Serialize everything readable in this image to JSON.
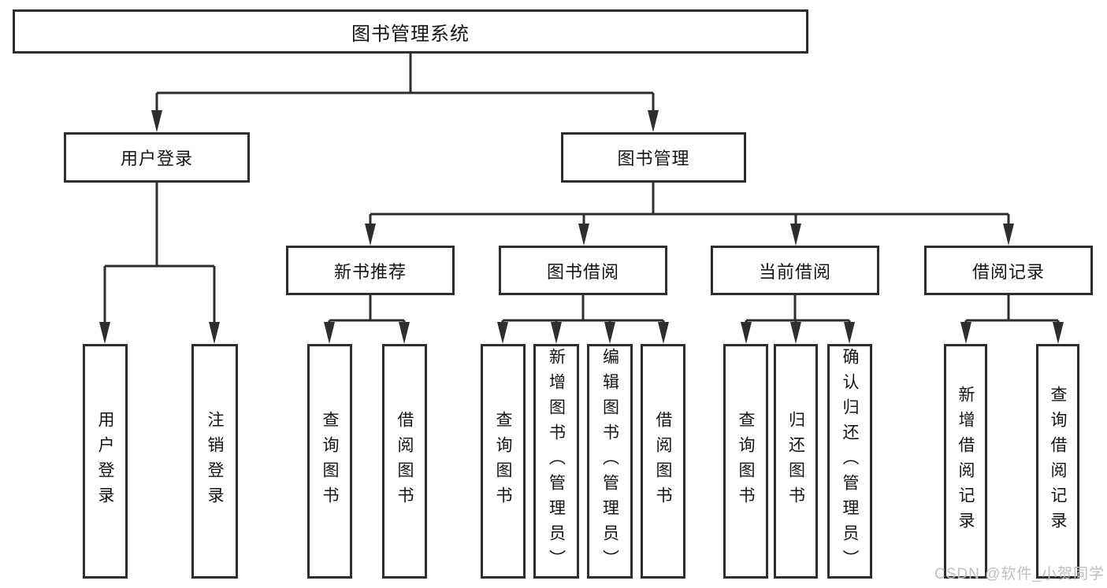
{
  "diagram": {
    "title": "图书管理系统",
    "type": "hierarchy-tree",
    "colors": {
      "line": "#2e2e2e",
      "box_border": "#2e2e2e",
      "box_fill": "#ffffff",
      "text": "#141414",
      "watermark": "#bfbfbf"
    },
    "nodes": {
      "root": "图书管理系统",
      "user_login": "用户登录",
      "book_management": "图书管理",
      "leaf_user_login": "用户登录",
      "leaf_logout": "注销登录",
      "new_book_rec": "新书推荐",
      "book_borrow": "图书借阅",
      "current_borrow": "当前借阅",
      "borrow_records": "借阅记录",
      "nb_query_books": "查询图书",
      "nb_borrow_books": "借阅图书",
      "bb_query_books": "查询图书",
      "bb_add_books": "新增图书（管理员）",
      "bb_edit_books": "编辑图书（管理员）",
      "bb_borrow_books": "借阅图书",
      "cb_query_books": "查询图书",
      "cb_return_books": "归还图书",
      "cb_confirm_return": "确认归还（管理员）",
      "br_add_record": "新增借阅记录",
      "br_query_record": "查询借阅记录"
    },
    "edges": [
      [
        "图书管理系统",
        "用户登录"
      ],
      [
        "图书管理系统",
        "图书管理"
      ],
      [
        "用户登录",
        "用户登录"
      ],
      [
        "用户登录",
        "注销登录"
      ],
      [
        "图书管理",
        "新书推荐"
      ],
      [
        "图书管理",
        "图书借阅"
      ],
      [
        "图书管理",
        "当前借阅"
      ],
      [
        "图书管理",
        "借阅记录"
      ],
      [
        "新书推荐",
        "查询图书"
      ],
      [
        "新书推荐",
        "借阅图书"
      ],
      [
        "图书借阅",
        "查询图书"
      ],
      [
        "图书借阅",
        "新增图书（管理员）"
      ],
      [
        "图书借阅",
        "编辑图书（管理员）"
      ],
      [
        "图书借阅",
        "借阅图书"
      ],
      [
        "当前借阅",
        "查询图书"
      ],
      [
        "当前借阅",
        "归还图书"
      ],
      [
        "当前借阅",
        "确认归还（管理员）"
      ],
      [
        "借阅记录",
        "新增借阅记录"
      ],
      [
        "借阅记录",
        "查询借阅记录"
      ]
    ]
  },
  "watermark": {
    "text": "CSDN @软件_小贺同学"
  }
}
